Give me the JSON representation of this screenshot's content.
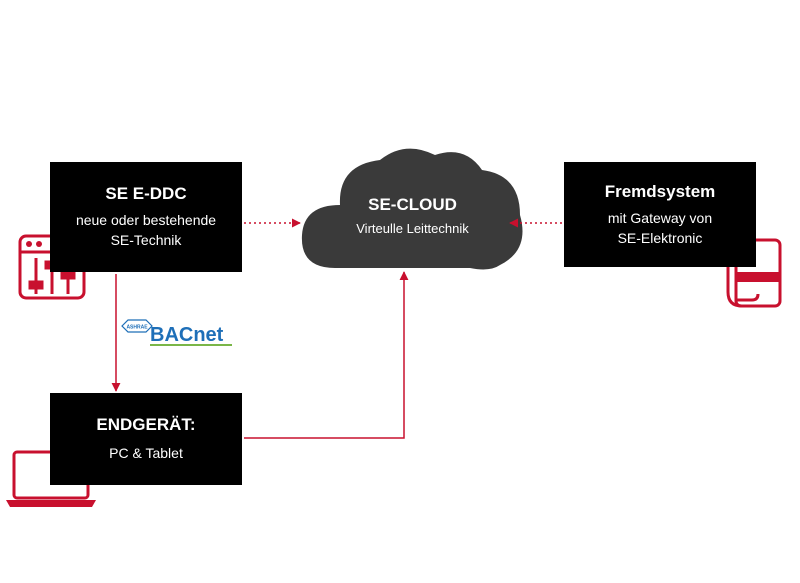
{
  "colors": {
    "accent": "#c8102e",
    "box": "#000000",
    "cloud": "#3a3a3a",
    "bacnet_blue": "#1e6fb8",
    "bacnet_green": "#7ab648"
  },
  "nodes": {
    "ddc": {
      "title": "SE E-DDC",
      "lines": [
        "neue oder bestehende",
        "SE-Technik"
      ]
    },
    "cloud": {
      "title": "SE-CLOUD",
      "subtitle": "Virteulle Leittechnik"
    },
    "fremd": {
      "title": "Fremdsystem",
      "lines": [
        "mit Gateway von",
        "SE-Elektronic"
      ]
    },
    "end": {
      "title": "ENDGERÄT:",
      "subtitle": "PC & Tablet"
    }
  },
  "logo": {
    "ashrae": "ASHRAE",
    "bacnet": "BACnet"
  },
  "icons": [
    "controller-panel-icon",
    "gateway-device-icon",
    "laptop-icon"
  ]
}
